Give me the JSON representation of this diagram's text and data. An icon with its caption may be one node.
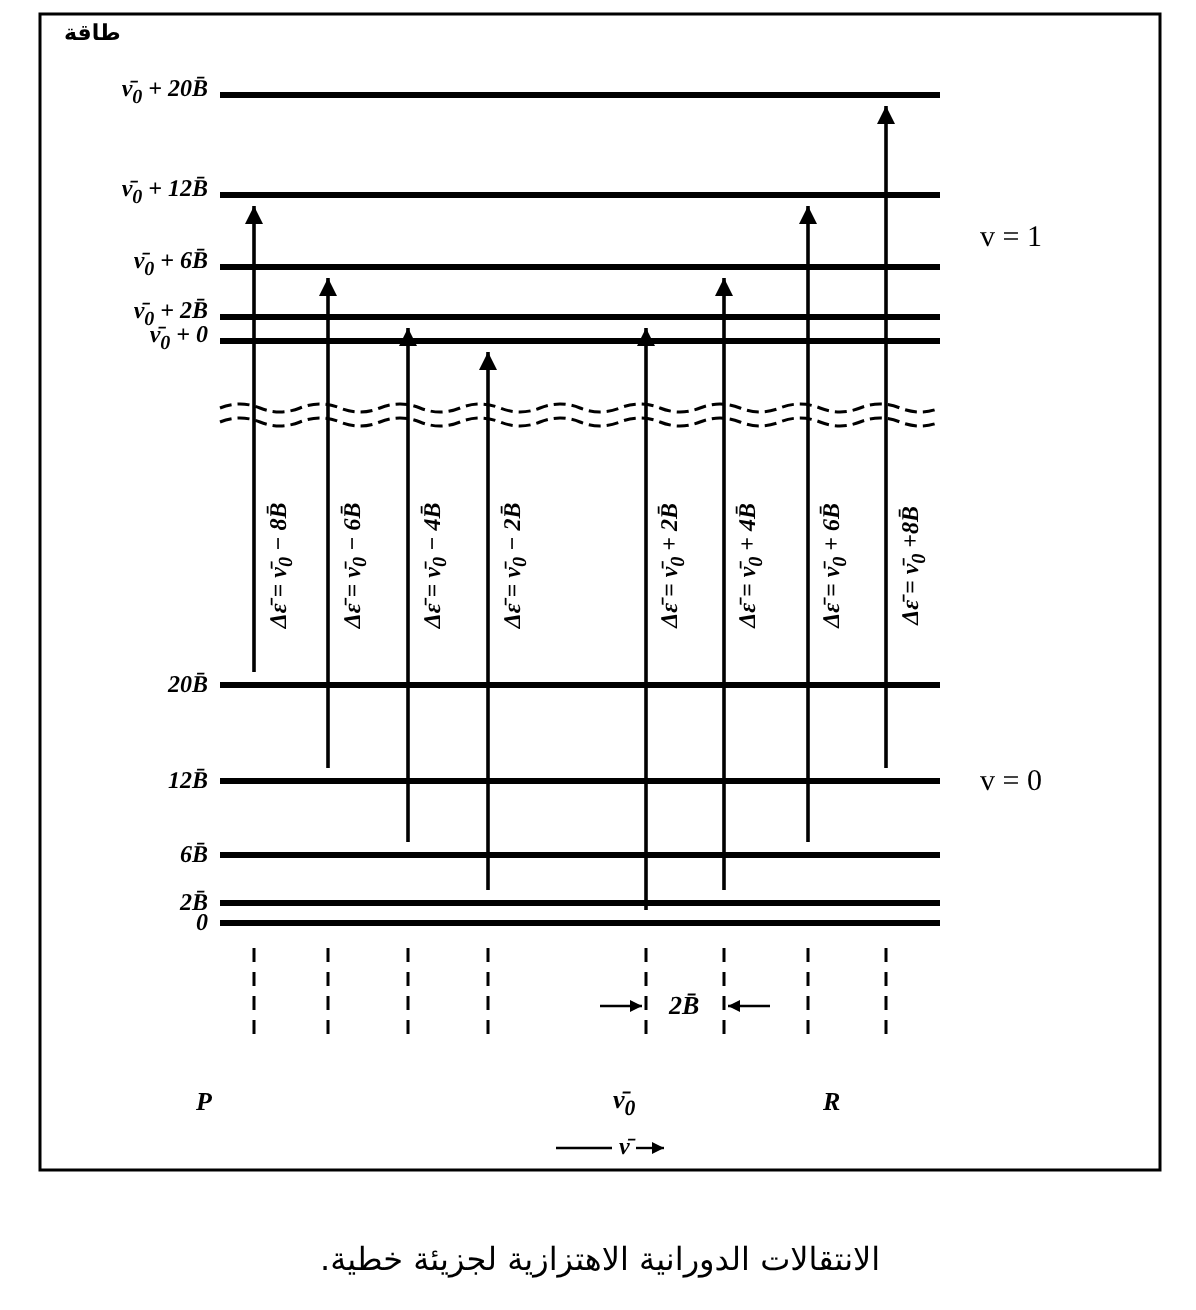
{
  "diagram": {
    "caption": "الانتقالات الدورانية الاهتزازية لجزيئة خطية.",
    "nodes": [
      {
        "text": [
          "ν̄$_{0}$ + 20B̄"
        ]
      },
      {
        "text": [
          "ν̄$_{0}$ + 12B̄"
        ]
      },
      {
        "text": [
          "ν̄$_{0}$ + 6B̄"
        ]
      },
      {
        "text": [
          "ν̄$_{0}$ + 2B̄"
        ]
      },
      {
        "text": [
          "ν̄$_{0}$ + 0"
        ]
      },
      {
        "text": [
          "20B̄"
        ]
      },
      {
        "text": [
          "12B̄"
        ]
      },
      {
        "text": [
          "6B̄"
        ]
      },
      {
        "text": [
          "2B̄"
        ]
      },
      {
        "text": [
          "0"
        ]
      }
    ],
    "edges": [
      {
        "from": 5,
        "to": 1,
        "arrow": "to",
        "label": "Δε̄ = ν̄$_{0}$ − 8B̄"
      },
      {
        "from": 6,
        "to": 2,
        "arrow": "to",
        "label": "Δε̄ = ν̄$_{0}$ − 6B̄"
      },
      {
        "from": 7,
        "to": 3,
        "arrow": "to",
        "label": "Δε̄ = ν̄$_{0}$ − 4B̄"
      },
      {
        "from": 8,
        "to": 4,
        "arrow": "to",
        "label": "Δε̄ = ν̄$_{0}$ − 2B̄"
      },
      {
        "from": 9,
        "to": 3,
        "arrow": "to",
        "label": "Δε̄ = ν̄$_{0}$ + 2B̄"
      },
      {
        "from": 8,
        "to": 2,
        "arrow": "to",
        "label": "Δε̄ = ν̄$_{0}$ + 4B̄"
      },
      {
        "from": 7,
        "to": 1,
        "arrow": "to",
        "label": "Δε̄ = ν̄$_{0}$ + 6B̄"
      },
      {
        "from": 6,
        "to": 0,
        "arrow": "to",
        "label": "Δε̄ = ν̄$_{0}$ +8B̄"
      }
    ],
    "labels": [
      "طاقة",
      "v = 1",
      "v = 0",
      "2B̄",
      "P",
      "ν̄$_{0}$",
      "R",
      "ν̄"
    ]
  }
}
